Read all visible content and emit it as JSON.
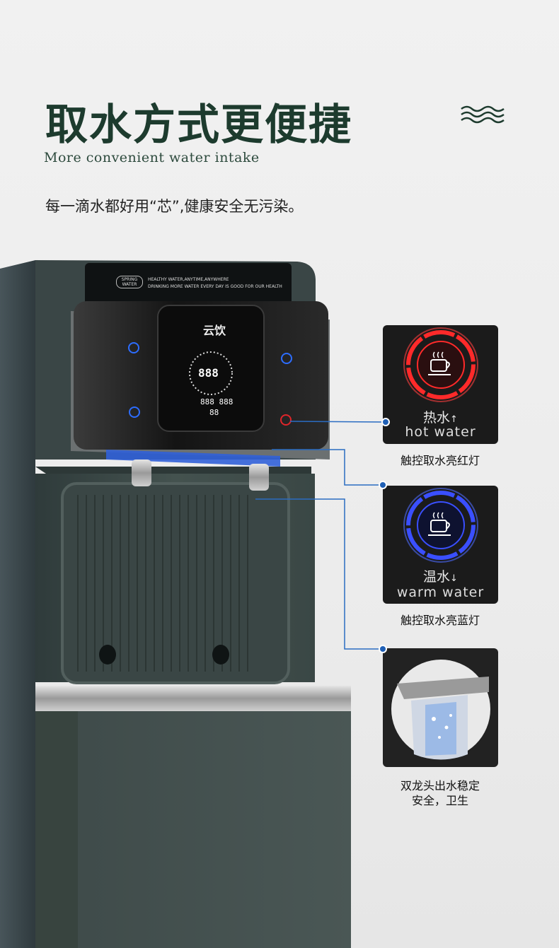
{
  "header": {
    "title": "取水方式更便捷",
    "subtitle": "More convenient water intake",
    "description": "每一滴水都好用“芯”,健康安全无污染。"
  },
  "machine": {
    "brand_badge": "SPRING WATER",
    "slogan_line1": "HEALTHY WATER,ANYTIME,ANYWHERE",
    "slogan_line2": "DRINKING MORE WATER EVERY DAY IS GOOD FOR OUR HEALTH",
    "panel_logo": "云饮",
    "display_main": "888",
    "display_sub1": "888 888",
    "display_sub2": "88"
  },
  "callouts": [
    {
      "cn": "热水",
      "arrow": "↑",
      "en": "hot water",
      "caption": "触控取水亮红灯",
      "color": "#e0252a"
    },
    {
      "cn": "温水",
      "arrow": "↓",
      "en": "warm water",
      "caption": "触控取水亮蓝灯",
      "color": "#2b46e6"
    },
    {
      "caption_line1": "双龙头出水稳定",
      "caption_line2": "安全，卫生"
    }
  ],
  "colors": {
    "title": "#1d3b2e",
    "body": "#3c4a48",
    "line": "#2a6cc2"
  }
}
